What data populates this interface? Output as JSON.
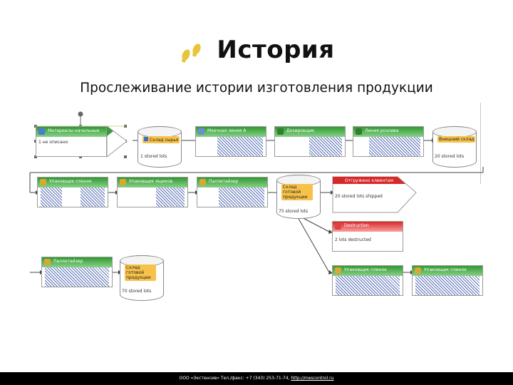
{
  "header": {
    "title": "История",
    "subtitle": "Прослеживание истории изготовления продукции"
  },
  "diagram": {
    "nodes": {
      "materials": {
        "label": "Материалы начальные",
        "text": "1 не описано"
      },
      "raw_store": {
        "label": "Склад сырья",
        "text": "1 stored lots"
      },
      "line_a": {
        "label": "Моечная линия А"
      },
      "dispenser": {
        "label": "Дозировщик"
      },
      "filling_line": {
        "label": "Линия розлива"
      },
      "stock": {
        "label": "Внешний склад",
        "text": "20 stored lots"
      },
      "pack1": {
        "label": "Упаковщик пленок"
      },
      "pack2": {
        "label": "Упаковщик ящиков"
      },
      "palletizer": {
        "label": "Паллетайзер"
      },
      "fg_store": {
        "label": "Склад готовой продукции",
        "text": "75 stored lots"
      },
      "shipped": {
        "label": "Отгружено клиентам",
        "text": "20 stored lots shipped"
      },
      "destruction": {
        "label": "Destruction",
        "text": "2 lots destructed"
      },
      "palletizer2": {
        "label": "Паллетайзер"
      },
      "fg_store2": {
        "label": "Склад готовой продукции",
        "text": "70 stored lots"
      },
      "pack3": {
        "label": "Упаковщик пленок"
      },
      "pack4": {
        "label": "Упаковщик пленок"
      }
    }
  },
  "footer": {
    "text": "ООО «Экстенсив» Тел./факс: +7 (343) 253-71-74,",
    "link": "http://mescontrol.ru"
  },
  "colors": {
    "green_header": "#2f9a2f",
    "red_header": "#d82828",
    "store_label": "#f7c24a",
    "hatch": "#5a6fb5"
  }
}
